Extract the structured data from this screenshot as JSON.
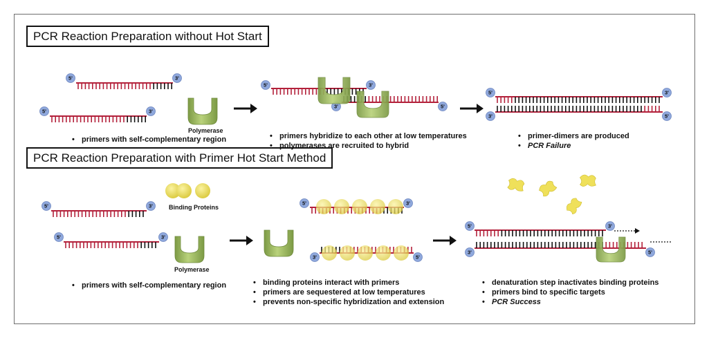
{
  "sections": {
    "top": {
      "title": "PCR Reaction Preparation without Hot Start",
      "col1": {
        "bullets": [
          "primers with self-complementary region"
        ],
        "polymerase_label": "Polymerase"
      },
      "col2": {
        "bullets": [
          "primers hybridize to each other at low temperatures",
          "polymerases are recruited to hybrid"
        ]
      },
      "col3": {
        "bullets": [
          "primer-dimers are produced",
          "PCR Failure"
        ]
      }
    },
    "bottom": {
      "title": "PCR Reaction Preparation with Primer Hot Start Method",
      "col1": {
        "bullets": [
          "primers with self-complementary region"
        ],
        "binding_label": "Binding Proteins",
        "polymerase_label": "Polymerase"
      },
      "col2": {
        "bullets": [
          "binding proteins interact with primers",
          "primers are sequestered at low temperatures",
          "prevents non-specific hybridization and extension"
        ]
      },
      "col3": {
        "bullets": [
          "denaturation step inactivates binding proteins",
          "primers bind to specific targets",
          "PCR Success"
        ]
      }
    }
  },
  "end_labels": {
    "five": "5'",
    "three": "3'"
  },
  "colors": {
    "strand_red": "#b3203a",
    "strand_black": "#111111",
    "end_circle": "#8fa8dc",
    "polymerase_green": "#a9c66d",
    "binding_yellow": "#efe05a",
    "frame": "#6e6e6e"
  },
  "icons": [
    "arrow-right-icon",
    "polymerase-icon",
    "binding-protein-icon",
    "dna-strand-icon"
  ]
}
